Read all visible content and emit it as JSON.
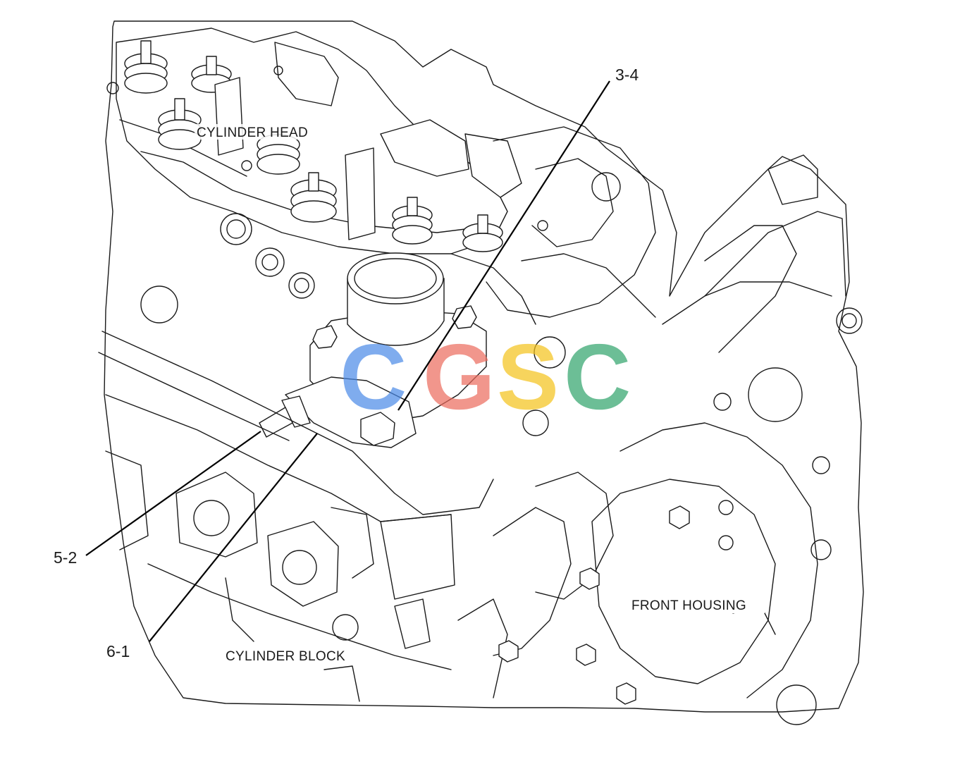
{
  "labels": {
    "cylinder_head": "CYLINDER HEAD",
    "cylinder_block": "CYLINDER BLOCK",
    "front_housing": "FRONT HOUSING"
  },
  "callouts": {
    "c34": "3-4",
    "c52": "5-2",
    "c61": "6-1"
  },
  "watermark": {
    "text": "CGSC",
    "letters": [
      "C",
      "G",
      "S",
      "C"
    ],
    "colors": [
      "#4a8ae8",
      "#ec6a5c",
      "#f5c21a",
      "#2ea36a"
    ],
    "opacity": 0.7
  }
}
